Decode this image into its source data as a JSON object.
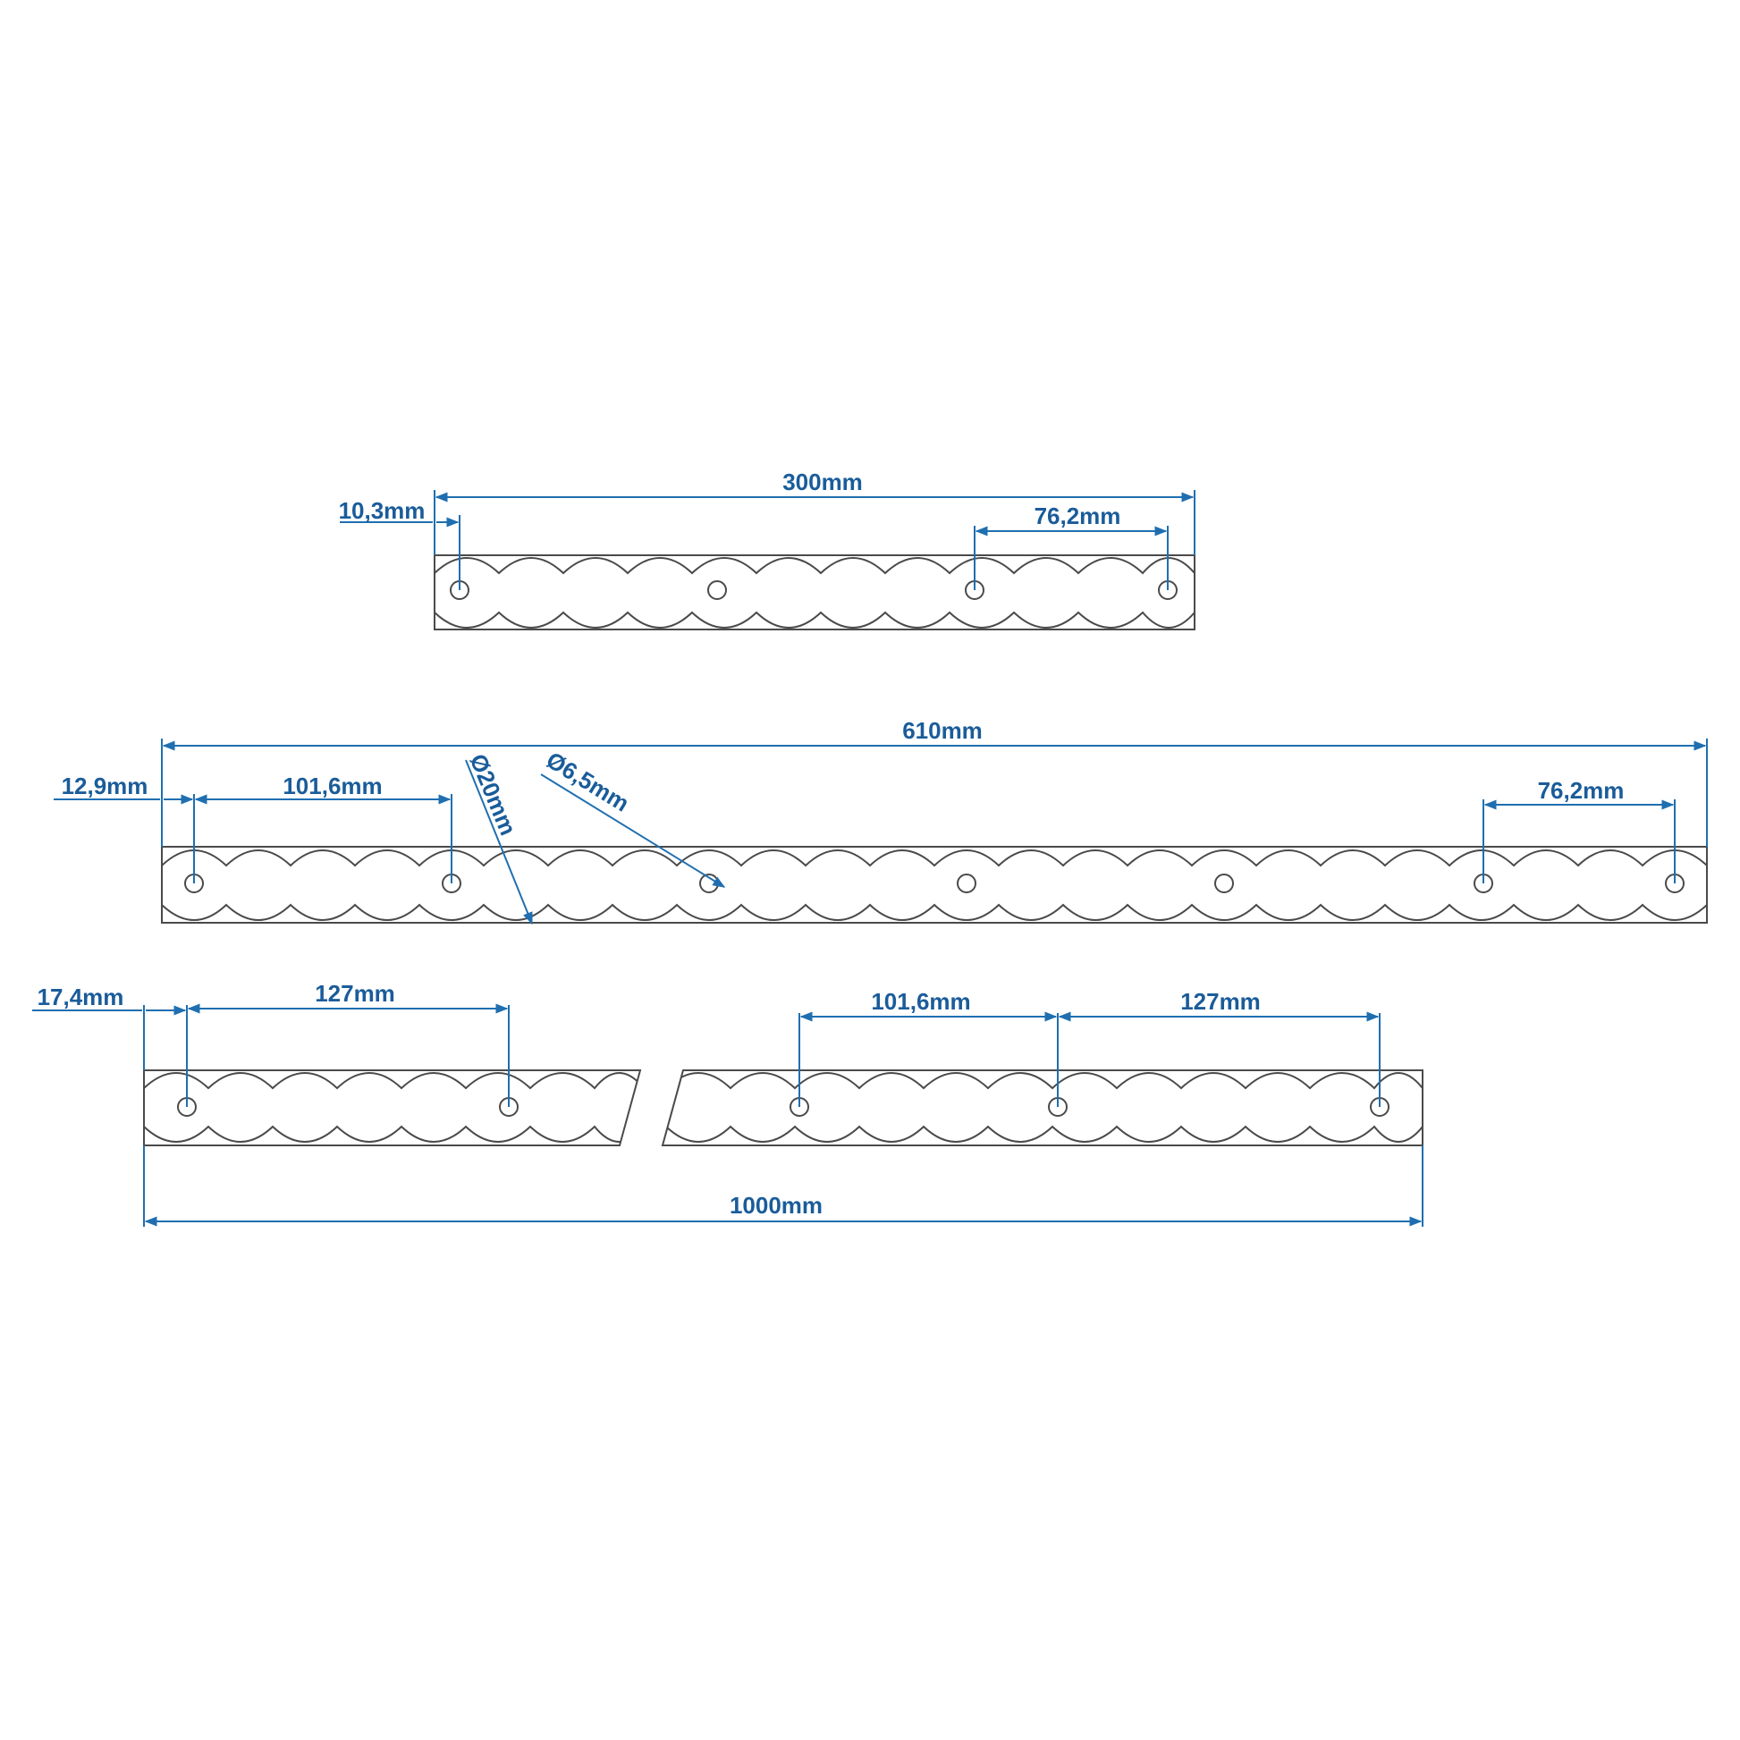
{
  "colors": {
    "dimension": "#1f6fb0",
    "dimension_text": "#1a5c9a",
    "rail": "#4a4a4a"
  },
  "rail_300": {
    "length": "300mm",
    "end_offset": "10,3mm",
    "pitch": "76,2mm"
  },
  "rail_610": {
    "length": "610mm",
    "end_offset": "12,9mm",
    "spacing": "101,6mm",
    "pitch": "76,2mm",
    "slot_diameter": "Ø20mm",
    "hole_diameter": "Ø6,5mm"
  },
  "rail_1000": {
    "length": "1000mm",
    "end_offset": "17,4mm",
    "spacing_left": "127mm",
    "spacing_mid": "101,6mm",
    "spacing_right": "127mm"
  }
}
